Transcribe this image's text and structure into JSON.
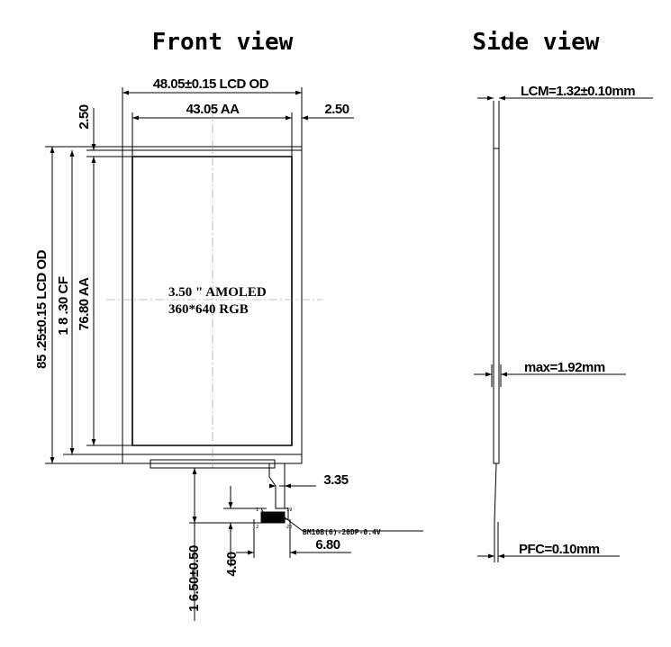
{
  "titles": {
    "front": "Front view",
    "side": "Side view"
  },
  "front": {
    "lcd_od_width": "48.05±0.15 LCD OD",
    "aa_width": "43.05 AA",
    "right_margin": "2.50",
    "top_margin": "2.50",
    "lcd_od_height": "85 .25±0.15 LCD OD",
    "cf_height": "1 8 .30 CF",
    "aa_height": "76.80 AA",
    "panel_line1": "3.50 \" AMOLED",
    "panel_line2": "360*640 RGB",
    "fpc_width": "3.35",
    "connector_width": "6.80",
    "fpc_length": "1 6.50±0.50",
    "connector_offset": "4.60",
    "connector_label": "BM10B(6)-20DP-0.4V",
    "pin_label_a": "1",
    "pin_label_b": "19",
    "pin_label_c": "2",
    "pin_label_d": "20"
  },
  "side": {
    "lcm_thickness": "LCM=1.32±0.10mm",
    "max_thickness": "max=1.92mm",
    "pfc_thickness": "PFC=0.10mm"
  },
  "colors": {
    "line": "#000000",
    "centerline": "#8a8a8a"
  }
}
